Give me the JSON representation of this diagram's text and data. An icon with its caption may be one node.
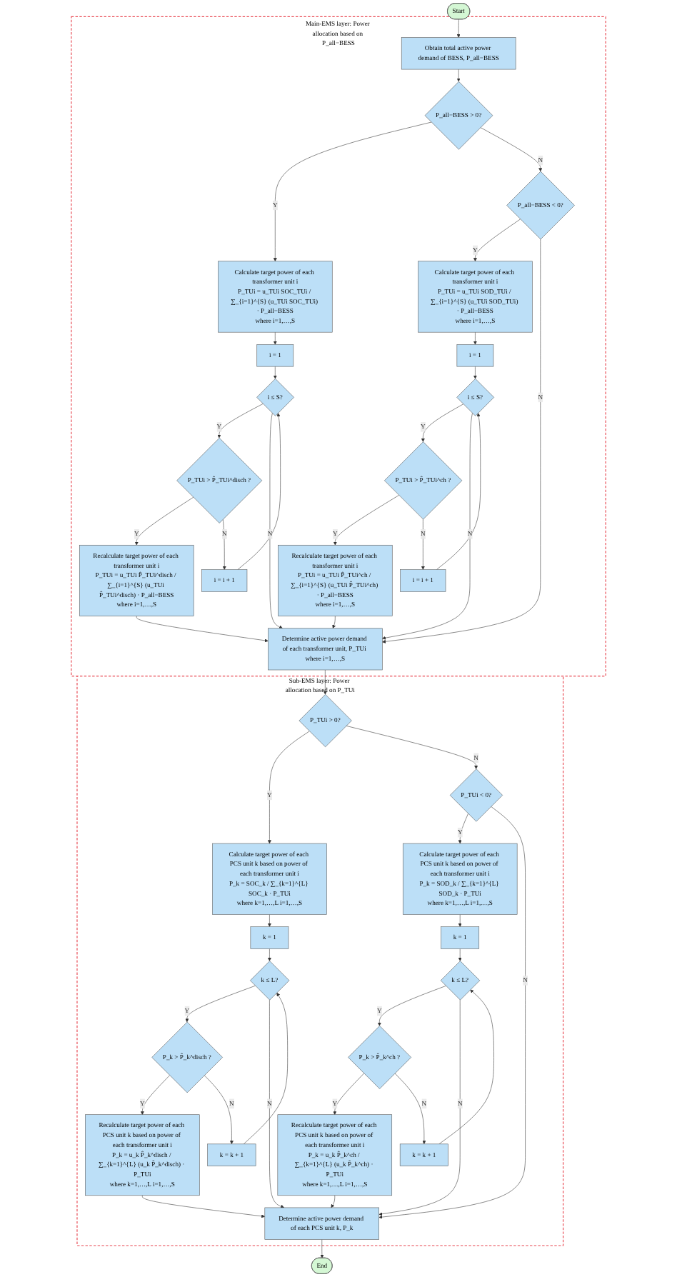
{
  "diagram": {
    "nodes": [
      {
        "text": [
          "Start"
        ]
      },
      {
        "text": [
          "Main-EMS layer: Power allocation based on P_all−BESS"
        ]
      },
      {
        "text": [
          "Obtain total active power demand of BESS, P_all−BESS"
        ],
        "in": 1
      },
      {
        "text": [
          "P_all−BESS > 0?"
        ],
        "in": 1
      },
      {
        "text": [
          "P_all−BESS < 0?"
        ],
        "in": 1
      },
      {
        "text": [
          "Calculate target power of each transformer unit i",
          "P_TUi = u_TUi SOC_TUi / ∑_{i=1}^{S} (u_TUi SOC_TUi) · P_all−BESS",
          "where i=1,…,S"
        ],
        "in": 1
      },
      {
        "text": [
          "Calculate target power of each transformer unit i",
          "P_TUi = u_TUi SOD_TUi / ∑_{i=1}^{S} (u_TUi SOD_TUi) · P_all−BESS",
          "where i=1,…,S"
        ],
        "in": 1
      },
      {
        "text": [
          "i = 1"
        ],
        "in": 1
      },
      {
        "text": [
          "i = 1"
        ],
        "in": 1
      },
      {
        "text": [
          "i ≤ S?"
        ],
        "in": 1
      },
      {
        "text": [
          "i ≤ S?"
        ],
        "in": 1
      },
      {
        "text": [
          "i = i + 1"
        ],
        "in": 1
      },
      {
        "text": [
          "i = i + 1"
        ],
        "in": 1
      },
      {
        "text": [
          "P_TUi > P̂_TUi^disch ?"
        ],
        "in": 1
      },
      {
        "text": [
          "P_TUi > P̂_TUi^ch ?"
        ],
        "in": 1
      },
      {
        "text": [
          "Recalculate target power of each transformer unit i",
          "P_TUi = u_TUi P̂_TUi^disch / ∑_{i=1}^{S} (u_TUi P̂_TUi^disch) · P_all−BESS",
          "where i=1,…,S"
        ],
        "in": 1
      },
      {
        "text": [
          "Recalculate target power of each transformer unit i",
          "P_TUi = u_TUi P̂_TUi^ch / ∑_{i=1}^{S} (u_TUi P̂_TUi^ch) · P_all−BESS",
          "where i=1,…,S"
        ],
        "in": 1
      },
      {
        "text": [
          "Determine active power demand of each transformer unit, P_TUi where i=1,…,S"
        ],
        "in": 1
      },
      {
        "text": [
          "Sub-EMS layer: Power allocation based on P_TUi"
        ]
      },
      {
        "text": [
          "P_TUi > 0?"
        ],
        "in": 18
      },
      {
        "text": [
          "P_TUi < 0?"
        ],
        "in": 18
      },
      {
        "text": [
          "Calculate target power of each PCS unit k based on power of each transformer unit i",
          "P_k = SOC_k / ∑_{k=1}^{L} SOC_k · P_TUi",
          "where k=1,…,L i=1,…,S"
        ],
        "in": 18
      },
      {
        "text": [
          "Calculate target power of each PCS unit k based on power of each transformer unit i",
          "P_k = SOD_k / ∑_{k=1}^{L} SOD_k · P_TUi",
          "where k=1,…,L i=1,…,S"
        ],
        "in": 18
      },
      {
        "text": [
          "k = 1"
        ],
        "in": 18
      },
      {
        "text": [
          "k = 1"
        ],
        "in": 18
      },
      {
        "text": [
          "k ≤ L?"
        ],
        "in": 18
      },
      {
        "text": [
          "k ≤ L?"
        ],
        "in": 18
      },
      {
        "text": [
          "k = k + 1"
        ],
        "in": 18
      },
      {
        "text": [
          "k = k + 1"
        ],
        "in": 18
      },
      {
        "text": [
          "P_k > P̂_k^disch ?"
        ],
        "in": 18
      },
      {
        "text": [
          "P_k > P̂_k^ch ?"
        ],
        "in": 18
      },
      {
        "text": [
          "Recalculate target power of each PCS unit k based on power of each transformer unit i",
          "P_k = u_k P̂_k^disch / ∑_{k=1}^{L} (u_k P̂_k^disch) · P_TUi",
          "where k=1,…,L i=1,…,S"
        ],
        "in": 18
      },
      {
        "text": [
          "Recalculate target power of each PCS unit k based on power of each transformer unit i",
          "P_k = u_k P̂_k^ch / ∑_{k=1}^{L} (u_k P̂_k^ch) · P_TUi",
          "where k=1,…,L i=1,…,S"
        ],
        "in": 18
      },
      {
        "text": [
          "Determine active power demand of each PCS unit k, P_k"
        ],
        "in": 18
      },
      {
        "text": [
          "End"
        ]
      }
    ],
    "edges": [
      {
        "from": 0,
        "to": 2,
        "arrow": "to"
      },
      {
        "from": 2,
        "to": 3,
        "arrow": "to"
      },
      {
        "from": 3,
        "to": 5,
        "arrow": "to",
        "label": "Y"
      },
      {
        "from": 3,
        "to": 4,
        "arrow": "to",
        "label": "N"
      },
      {
        "from": 4,
        "to": 6,
        "arrow": "to",
        "label": "Y"
      },
      {
        "from": 4,
        "to": 17,
        "arrow": "to",
        "label": "N"
      },
      {
        "from": 5,
        "to": 7,
        "arrow": "to"
      },
      {
        "from": 6,
        "to": 8,
        "arrow": "to"
      },
      {
        "from": 7,
        "to": 9,
        "arrow": "to"
      },
      {
        "from": 8,
        "to": 10,
        "arrow": "to"
      },
      {
        "from": 9,
        "to": 13,
        "arrow": "to",
        "label": "Y"
      },
      {
        "from": 9,
        "to": 17,
        "arrow": "to",
        "label": "N"
      },
      {
        "from": 13,
        "to": 15,
        "arrow": "to",
        "label": "Y"
      },
      {
        "from": 13,
        "to": 11,
        "arrow": "to",
        "label": "N"
      },
      {
        "from": 11,
        "to": 9,
        "arrow": "to"
      },
      {
        "from": 10,
        "to": 14,
        "arrow": "to",
        "label": "Y"
      },
      {
        "from": 10,
        "to": 17,
        "arrow": "to",
        "label": "N"
      },
      {
        "from": 14,
        "to": 16,
        "arrow": "to",
        "label": "Y"
      },
      {
        "from": 14,
        "to": 12,
        "arrow": "to",
        "label": "N"
      },
      {
        "from": 12,
        "to": 10,
        "arrow": "to"
      },
      {
        "from": 15,
        "to": 17,
        "arrow": "to"
      },
      {
        "from": 16,
        "to": 17,
        "arrow": "to"
      },
      {
        "from": 17,
        "to": 19,
        "arrow": "to"
      },
      {
        "from": 19,
        "to": 21,
        "arrow": "to",
        "label": "Y"
      },
      {
        "from": 19,
        "to": 20,
        "arrow": "to",
        "label": "N"
      },
      {
        "from": 20,
        "to": 22,
        "arrow": "to",
        "label": "Y"
      },
      {
        "from": 20,
        "to": 33,
        "arrow": "to",
        "label": "N"
      },
      {
        "from": 21,
        "to": 23,
        "arrow": "to"
      },
      {
        "from": 22,
        "to": 24,
        "arrow": "to"
      },
      {
        "from": 23,
        "to": 25,
        "arrow": "to"
      },
      {
        "from": 24,
        "to": 26,
        "arrow": "to"
      },
      {
        "from": 25,
        "to": 29,
        "arrow": "to",
        "label": "Y"
      },
      {
        "from": 25,
        "to": 33,
        "arrow": "to",
        "label": "N"
      },
      {
        "from": 29,
        "to": 31,
        "arrow": "to",
        "label": "Y"
      },
      {
        "from": 29,
        "to": 27,
        "arrow": "to",
        "label": "N"
      },
      {
        "from": 27,
        "to": 25,
        "arrow": "to"
      },
      {
        "from": 26,
        "to": 30,
        "arrow": "to",
        "label": "Y"
      },
      {
        "from": 26,
        "to": 33,
        "arrow": "to",
        "label": "N"
      },
      {
        "from": 30,
        "to": 32,
        "arrow": "to",
        "label": "Y"
      },
      {
        "from": 30,
        "to": 28,
        "arrow": "to",
        "label": "N"
      },
      {
        "from": 28,
        "to": 26,
        "arrow": "to"
      },
      {
        "from": 31,
        "to": 33,
        "arrow": "to"
      },
      {
        "from": 32,
        "to": 33,
        "arrow": "to"
      },
      {
        "from": 33,
        "to": 34,
        "arrow": "to"
      }
    ]
  }
}
